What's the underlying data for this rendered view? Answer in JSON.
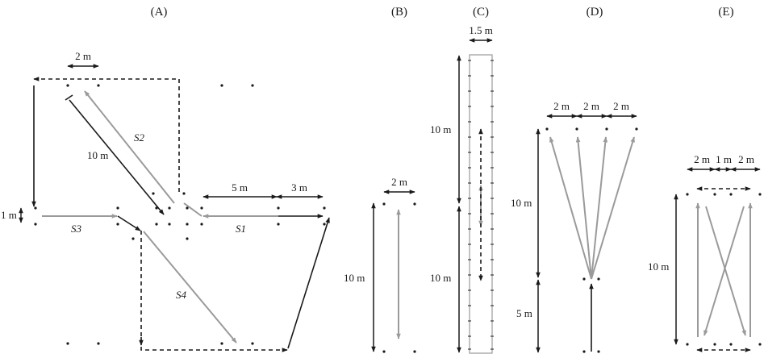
{
  "panels": {
    "a": {
      "label": "(A)",
      "dims": {
        "w2": "2 m",
        "d10": "10 m",
        "d5": "5 m",
        "d3": "3 m",
        "d1": "1 m"
      },
      "segments": {
        "s1": "S1",
        "s2": "S2",
        "s3": "S3",
        "s4": "S4"
      }
    },
    "b": {
      "label": "(B)",
      "dims": {
        "w2": "2 m",
        "d10": "10 m"
      }
    },
    "c": {
      "label": "(C)",
      "dims": {
        "w15": "1.5 m",
        "d10_top": "10 m",
        "d10_bottom": "10 m"
      }
    },
    "d": {
      "label": "(D)",
      "dims": {
        "w1": "2 m",
        "w2": "2 m",
        "w3": "2 m",
        "d10": "10 m",
        "d5": "5 m"
      }
    },
    "e": {
      "label": "(E)",
      "dims": {
        "w1": "2 m",
        "w2": "1 m",
        "w3": "2 m",
        "d10": "10 m"
      }
    }
  },
  "colors": {
    "black": "#1a1a1a",
    "gray": "#9a9a9a"
  }
}
